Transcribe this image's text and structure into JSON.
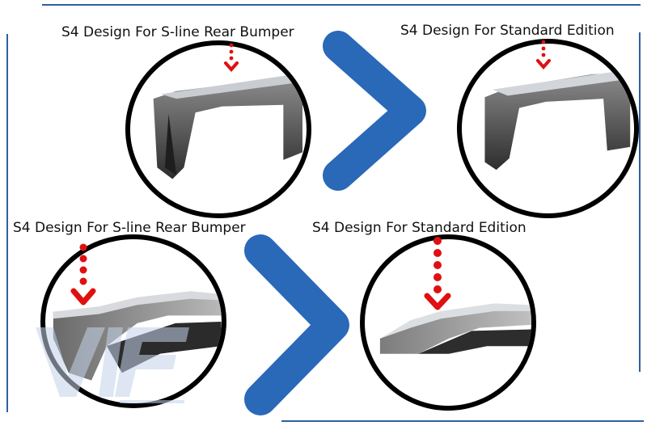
{
  "panels": [
    {
      "label": "S4 Design For S-line Rear Bumper"
    },
    {
      "label": "S4 Design For Standard Edition"
    },
    {
      "label": "S4 Design For S-line Rear Bumper"
    },
    {
      "label": "S4 Design For Standard Edition"
    }
  ],
  "icons": {
    "arrow": "chevron-right-icon",
    "marker": "dotted-down-arrow-icon"
  },
  "colors": {
    "frame": "#2f5f9f",
    "chevron": "#2a68b8",
    "marker": "#e01010",
    "ring": "#000000"
  }
}
